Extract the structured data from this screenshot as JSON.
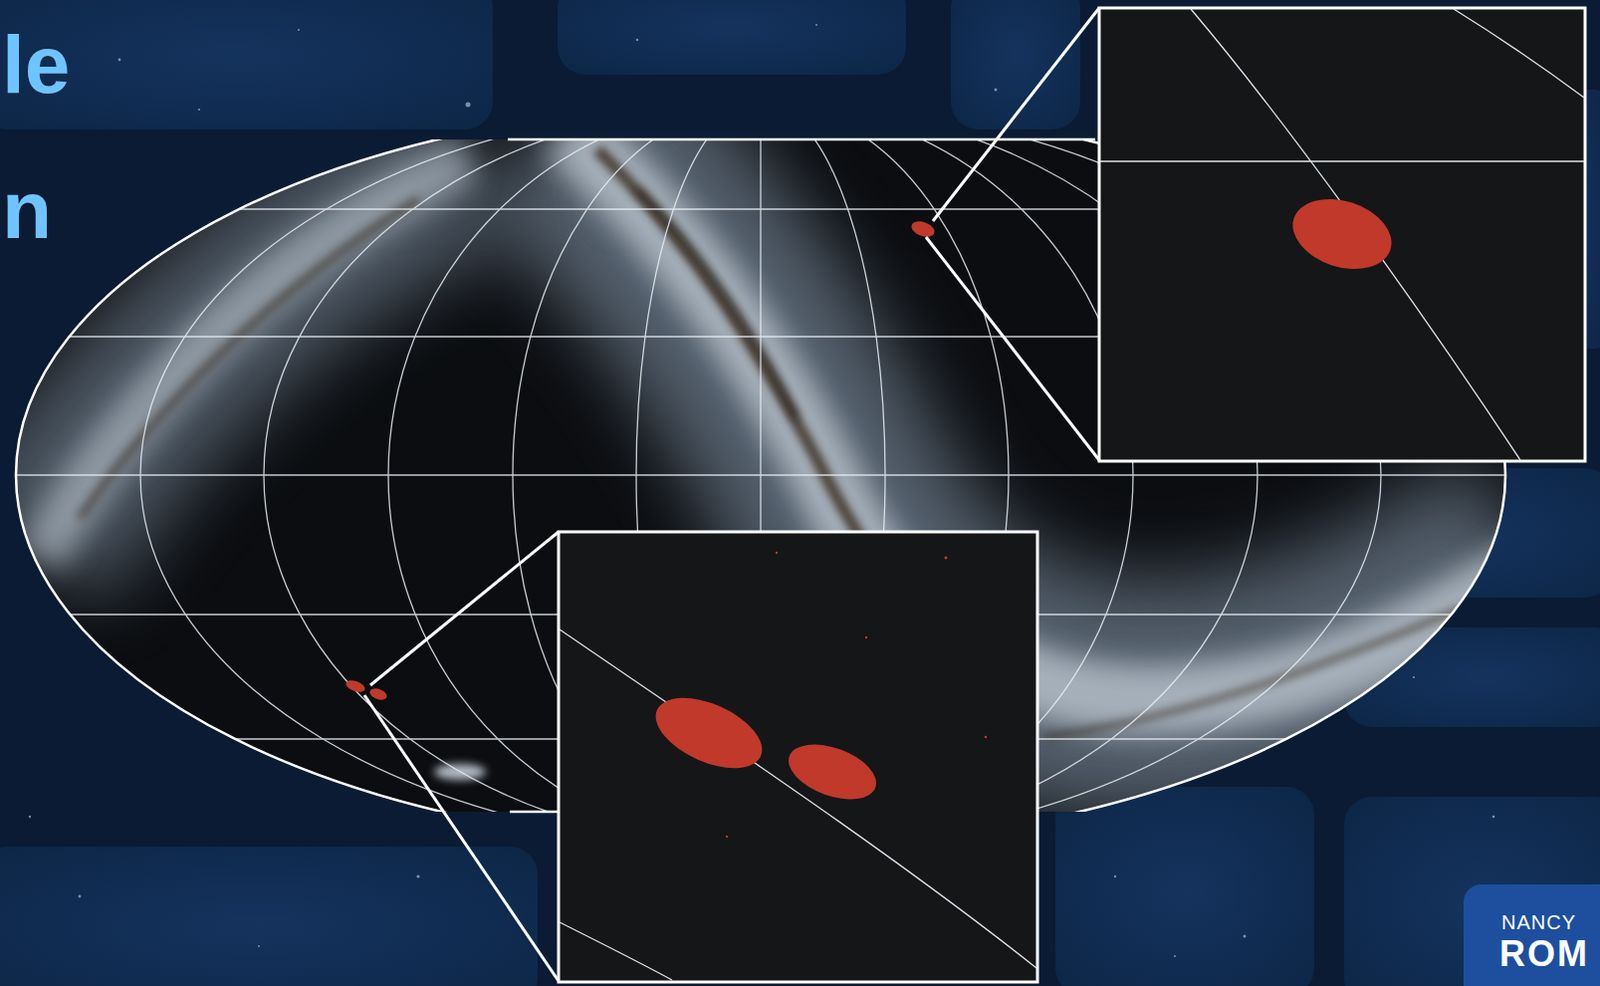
{
  "diagram": {
    "labels": [
      "le",
      "n",
      "NANCY",
      "ROM"
    ]
  }
}
